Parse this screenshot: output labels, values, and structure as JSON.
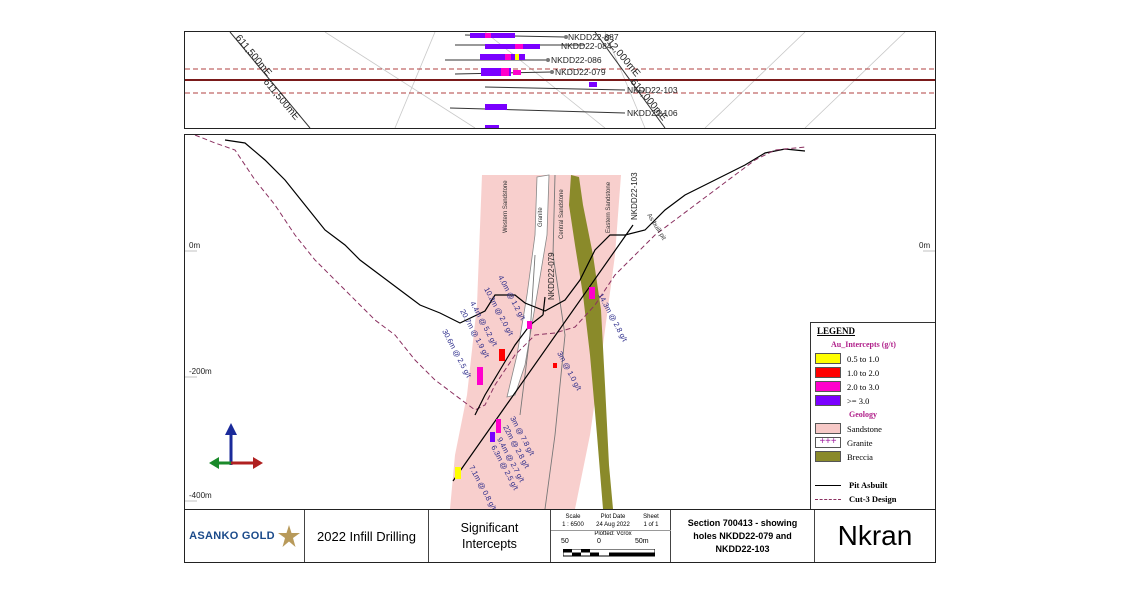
{
  "plan_view": {
    "easting_labels": [
      "611,500mE",
      "611,500mE",
      "612,000mE",
      "612,000mE"
    ],
    "hole_labels": [
      "NKDD22-087",
      "NKDD22-084",
      "NKDD22-086",
      "NKDD22-079",
      "NKDD22-103",
      "NKDD22-106"
    ]
  },
  "section_view": {
    "elevation_labels": {
      "zero": "0m",
      "minus200": "-200m",
      "minus400": "-400m"
    },
    "zone_labels": [
      "Western Sandstone",
      "Granite",
      "Central Sandstone",
      "Eastern Sandstone"
    ],
    "hole_labels": {
      "h079": "NKDD22-079",
      "h103": "NKDD22-103"
    },
    "pit_label": "As built pit",
    "intercepts": [
      "4.0m @ 1.2 g/t",
      "10.2m @ 2.0 g/t",
      "4.4m @ 5.2 g/t",
      "20.7m @ 1.9 g/t",
      "30.6m @ 2.5 g/t",
      "14.3m @ 2.8 g/t",
      "3m @ 1.0 g/t",
      "3m @ 7.8 g/t",
      "22m @ 2.8 g/t",
      "9.4m @ 2.7 g/t",
      "6.3m @ 2.5 g/t",
      "7.1m @ 0.8 g/t"
    ]
  },
  "legend": {
    "title": "LEGEND",
    "au_heading": "Au_Intercepts (g/t)",
    "au_items": [
      {
        "label": "0.5 to 1.0",
        "color": "#ffff00"
      },
      {
        "label": "1.0 to 2.0",
        "color": "#ff0000"
      },
      {
        "label": "2.0 to 3.0",
        "color": "#ff00cc"
      },
      {
        "label": ">= 3.0",
        "color": "#7a00ff"
      }
    ],
    "geology_heading": "Geology",
    "geology_items": [
      {
        "label": "Sandstone",
        "color": "#f7c9c7"
      },
      {
        "label": "Granite",
        "color": "#ffffff"
      },
      {
        "label": "Breccia",
        "color": "#8a8a2a"
      }
    ],
    "line_items": [
      {
        "label": "Pit Asbuilt",
        "color": "#000000"
      },
      {
        "label": "Cut-3 Design",
        "color": "#8a3060"
      }
    ]
  },
  "title_block": {
    "logo_text": "ASANKO GOLD",
    "project": "2022 Infill Drilling",
    "subject": "Significant Intercepts",
    "scale_label": "Scale",
    "scale_value": "1 : 6500",
    "plot_date_label": "Plot Date",
    "plot_date_value": "24 Aug 2022",
    "sheet_label": "Sheet",
    "sheet_value": "1 of 1",
    "plotted_by": "Plotted: Vcrox",
    "scale_bar_labels": [
      "50",
      "0",
      "50m"
    ],
    "section_desc": "Section 700413 - showing holes NKDD22-079 and NKDD22-103",
    "site": "Nkran"
  }
}
